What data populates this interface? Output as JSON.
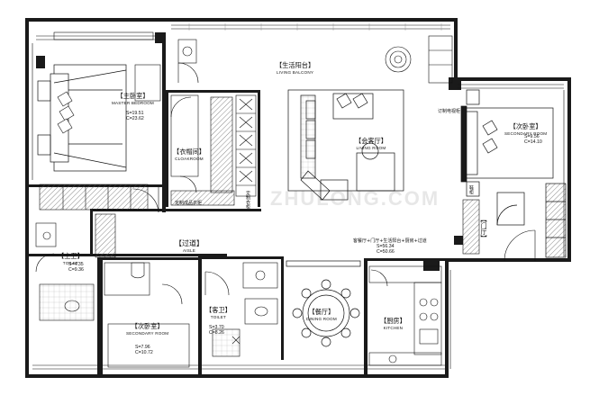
{
  "rooms": {
    "master_bedroom": {
      "cn": "【主卧室】",
      "en": "MASTER BEDROOM",
      "area_s": "S=19.51",
      "area_c": "C=23.62"
    },
    "cloakroom": {
      "cn": "【衣帽间】",
      "en": "CLOAKROOM"
    },
    "living_balcony": {
      "cn": "【生活阳台】",
      "en": "LIVING BALCONY"
    },
    "living_room": {
      "cn": "【会客厅】",
      "en": "LIVING ROOM"
    },
    "secondary_bedroom_right": {
      "cn": "【次卧室】",
      "en": "SECONDARY ROOM",
      "area_s": "S=9.56",
      "area_c": "C=14.10"
    },
    "aisle": {
      "cn": "【过道】",
      "en": "AISLE"
    },
    "master_toilet": {
      "cn": "【主卫】",
      "en": "TOILET",
      "area_s": "S=4.35",
      "area_c": "C=9.36"
    },
    "guest_toilet": {
      "cn": "【客卫】",
      "en": "TOILET",
      "area_s": "S=3.70",
      "area_c": "C=8.26"
    },
    "dining_room": {
      "cn": "【餐厅】",
      "en": "DINING ROOM"
    },
    "kitchen": {
      "cn": "【厨房】",
      "en": "KITCHEN"
    },
    "secondary_bedroom_bottom": {
      "cn": "【次卧室】",
      "en": "SECONDARY ROOM",
      "area_s": "S=7.96",
      "area_c": "C=10.72"
    },
    "entrance": {
      "cn": "【门厅】"
    }
  },
  "notes": {
    "combined_area_title": "客餐厅+门厅+生活阳台+厨房+过道",
    "combined_area_s": "S=56.34",
    "combined_area_c": "C=50.66",
    "cloak_shelf": "定制成品衣柜",
    "cloak_side": "定制衣柜",
    "balcony_cabinet": "订制电视柜",
    "hall_cabinet": "鞋柜"
  },
  "watermark": "ZHULONG.COM",
  "colors": {
    "line": "#111111",
    "wall": "#1a1a1a",
    "hatch": "#555555",
    "background": "#ffffff"
  }
}
